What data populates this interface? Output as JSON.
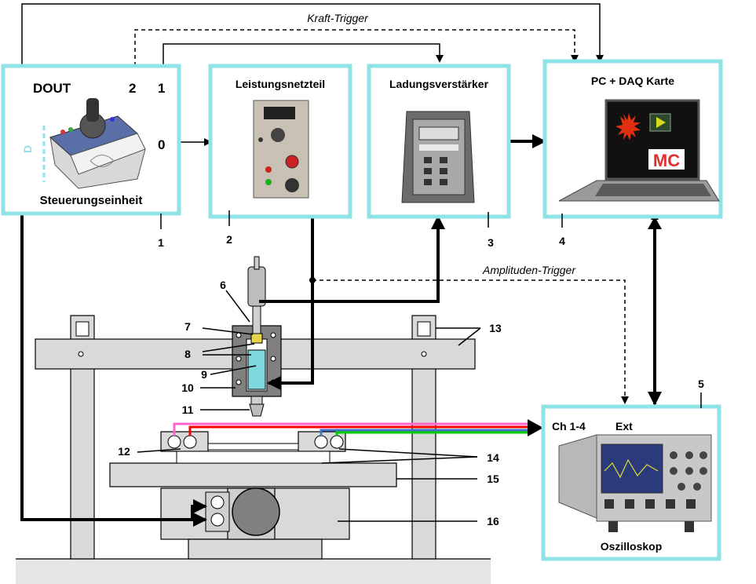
{
  "labels": {
    "kraft_trigger": "Kraft-Trigger",
    "amplituden_trigger": "Amplituden-Trigger",
    "dout": "DOUT",
    "pin2": "2",
    "pin1": "1",
    "pin0": "0",
    "d_mark": "D",
    "steuerungseinheit": "Steuerungseinheit",
    "leistungsnetzteil": "Leistungsnetzteil",
    "ladungsverstaerker": "Ladungsverstärker",
    "pc_daq": "PC + DAQ Karte",
    "ch14": "Ch 1-4",
    "ext": "Ext",
    "oszilloskop": "Oszilloskop",
    "mc_logo": "MC"
  },
  "numbers": {
    "n1": "1",
    "n2": "2",
    "n3": "3",
    "n4": "4",
    "n5": "5",
    "n6": "6",
    "n7": "7",
    "n8": "8",
    "n9": "9",
    "n10": "10",
    "n11": "11",
    "n12": "12",
    "n13": "13",
    "n14": "14",
    "n15": "15",
    "n16": "16"
  },
  "colors": {
    "box_border": "#8ee3e6",
    "pink_wire": "#ff66cc",
    "red_wire": "#ff0000",
    "blue_wire": "#4472c4",
    "green_wire": "#00cc00",
    "sensor_fill": "#7fd8de"
  }
}
